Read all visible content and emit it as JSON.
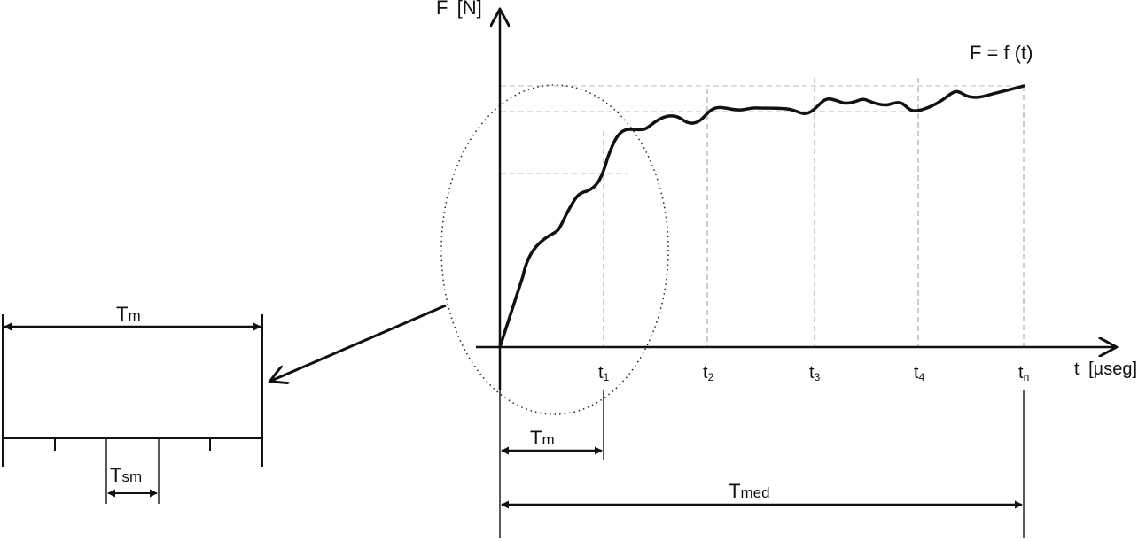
{
  "y_axis": {
    "letter": "F",
    "unit": "[N]"
  },
  "x_axis": {
    "letter": "t",
    "unit": "[µseg]"
  },
  "function_label": "F = f (t)",
  "ticks": [
    {
      "main": "t",
      "sub": "1"
    },
    {
      "main": "t",
      "sub": "2"
    },
    {
      "main": "t",
      "sub": "3"
    },
    {
      "main": "t",
      "sub": "4"
    },
    {
      "main": "t",
      "sub": "n"
    }
  ],
  "tm_main": {
    "main": "T",
    "sub": "m"
  },
  "tmed": {
    "main": "T",
    "sub": "med"
  },
  "detail": {
    "tm": {
      "main": "T",
      "sub": "m"
    },
    "tsm": {
      "main": "T",
      "sub": "sm"
    }
  },
  "colors": {
    "line": "#111111",
    "guide": "#bbbbbb",
    "dashed": "#999999"
  }
}
